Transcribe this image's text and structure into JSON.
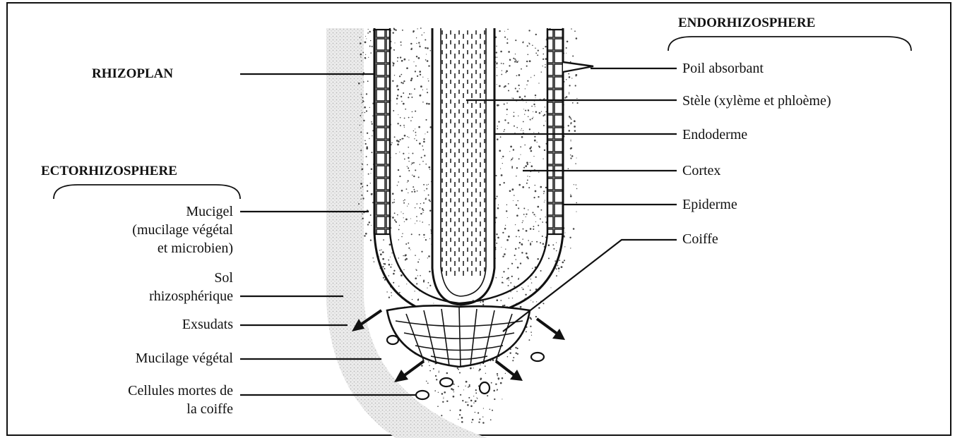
{
  "headers": {
    "endo": "ENDORHIZOSPHERE",
    "ecto": "ECTORHIZOSPHERE",
    "rhizoplan": "RHIZOPLAN"
  },
  "right_labels": {
    "poil": "Poil absorbant",
    "stele": "Stèle (xylème et phloème)",
    "endoderme": "Endoderme",
    "cortex": "Cortex",
    "epiderme": "Epiderme",
    "coiffe": "Coiffe"
  },
  "left_labels": {
    "mucigel_1": "Mucigel",
    "mucigel_2": "(mucilage végétal",
    "mucigel_3": "et microbien)",
    "sol_1": "Sol",
    "sol_2": "rhizosphérique",
    "exsudats": "Exsudats",
    "mucilage": "Mucilage végétal",
    "cellules_1": "Cellules mortes de",
    "cellules_2": "la coiffe"
  },
  "colors": {
    "ink": "#111111",
    "soil_shade": "#d9d9d9",
    "stipple": "#444444"
  }
}
